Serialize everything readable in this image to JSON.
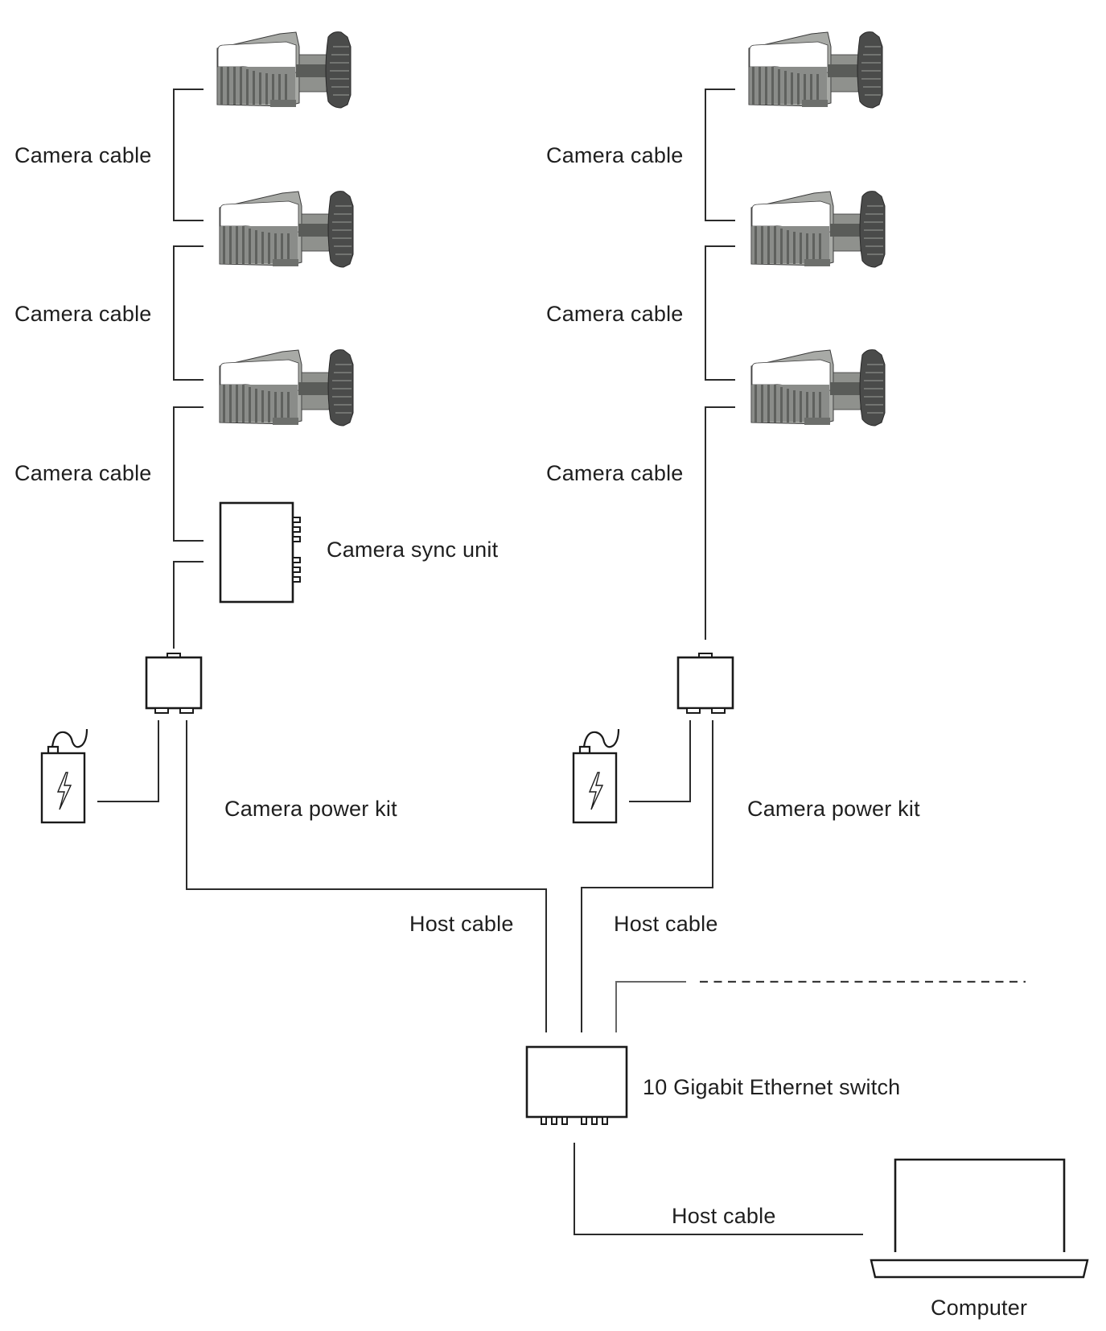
{
  "diagram": {
    "type": "camera-network-topology",
    "left_chain": {
      "camera_cable_labels": [
        "Camera cable",
        "Camera cable",
        "Camera cable"
      ],
      "cameras": 3,
      "sync_unit_label": "Camera sync unit",
      "power_kit_label": "Camera power kit",
      "host_cable_label": "Host cable"
    },
    "right_chain": {
      "camera_cable_labels": [
        "Camera cable",
        "Camera cable",
        "Camera cable"
      ],
      "cameras": 3,
      "power_kit_label": "Camera power kit",
      "host_cable_label": "Host cable"
    },
    "switch_label": "10 Gigabit Ethernet switch",
    "computer_host_cable_label": "Host cable",
    "computer_label": "Computer",
    "colors": {
      "line": "#2b2b2b",
      "line_gray": "#666666",
      "camera_body_light": "#ffffff",
      "camera_body_mid": "#a8aaa6",
      "camera_body_dark": "#6d6f6c",
      "camera_lens": "#4a4b4a"
    }
  }
}
